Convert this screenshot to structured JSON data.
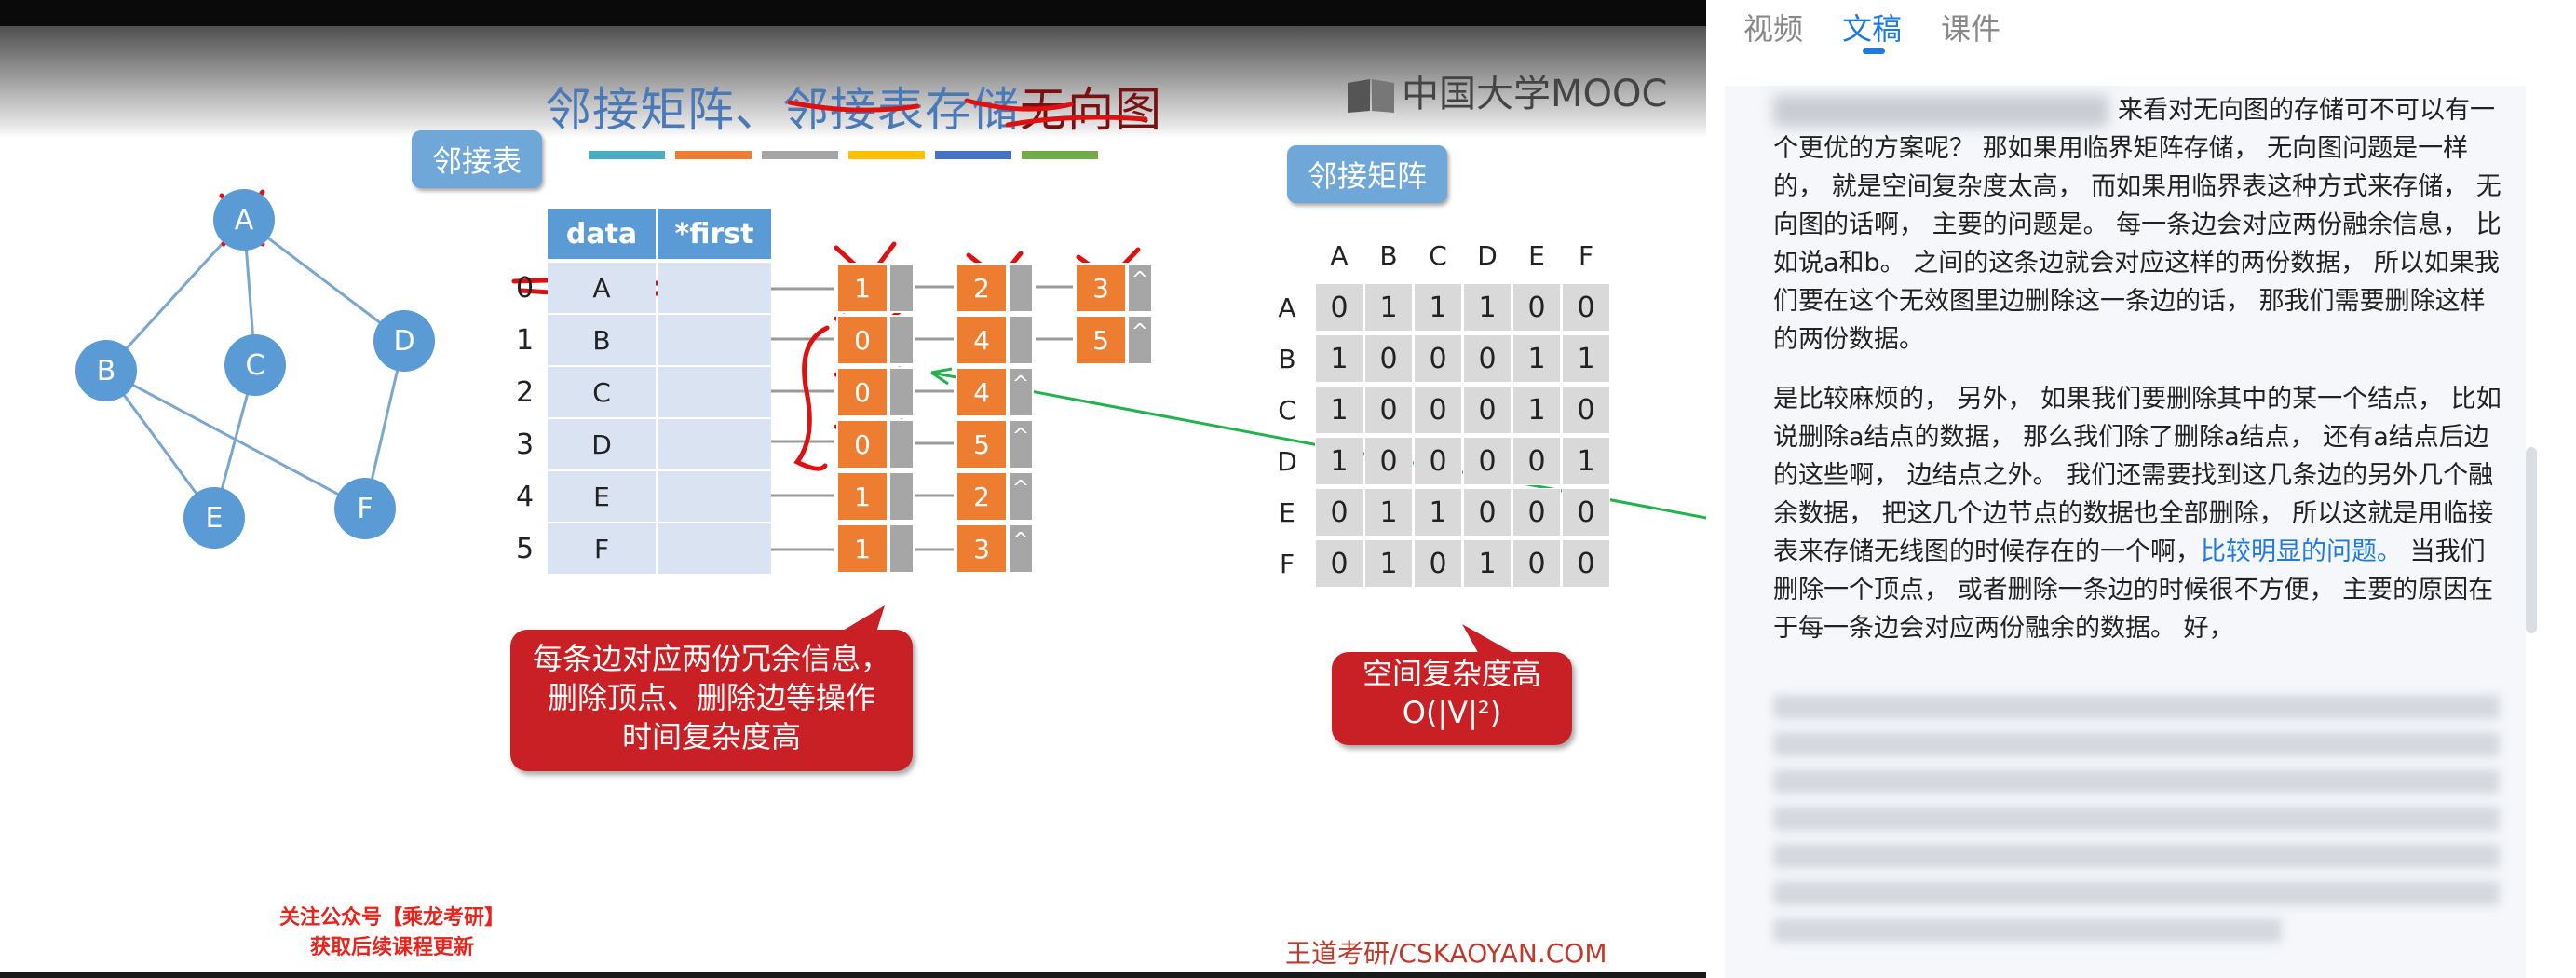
{
  "slide": {
    "title_part1": "邻接矩阵、",
    "title_part2": "邻接表存储",
    "title_part3": "无向图",
    "mooc_logo": "中国大学MOOC",
    "callout_adj_list": "邻接表",
    "callout_adj_matrix": "邻接矩阵",
    "graph_nodes": [
      "A",
      "B",
      "C",
      "D",
      "E",
      "F"
    ],
    "table_headers": [
      "data",
      "*first"
    ],
    "table_rows": [
      {
        "index": "0",
        "data": "A"
      },
      {
        "index": "1",
        "data": "B"
      },
      {
        "index": "2",
        "data": "C"
      },
      {
        "index": "3",
        "data": "D"
      },
      {
        "index": "4",
        "data": "E"
      },
      {
        "index": "5",
        "data": "F"
      }
    ],
    "edge_nodes": [
      [
        {
          "v": "1",
          "p": ""
        },
        {
          "v": "2",
          "p": ""
        },
        {
          "v": "3",
          "p": "^"
        }
      ],
      [
        {
          "v": "0",
          "p": ""
        },
        {
          "v": "4",
          "p": ""
        },
        {
          "v": "5",
          "p": "^"
        }
      ],
      [
        {
          "v": "0",
          "p": ""
        },
        {
          "v": "4",
          "p": "^"
        }
      ],
      [
        {
          "v": "0",
          "p": ""
        },
        {
          "v": "5",
          "p": "^"
        }
      ],
      [
        {
          "v": "1",
          "p": ""
        },
        {
          "v": "2",
          "p": "^"
        }
      ],
      [
        {
          "v": "1",
          "p": ""
        },
        {
          "v": "3",
          "p": "^"
        }
      ]
    ],
    "matrix_labels": [
      "A",
      "B",
      "C",
      "D",
      "E",
      "F"
    ],
    "matrix": [
      [
        "0",
        "1",
        "1",
        "1",
        "0",
        "0"
      ],
      [
        "1",
        "0",
        "0",
        "0",
        "1",
        "1"
      ],
      [
        "1",
        "0",
        "0",
        "0",
        "1",
        "0"
      ],
      [
        "1",
        "0",
        "0",
        "0",
        "0",
        "1"
      ],
      [
        "0",
        "1",
        "1",
        "0",
        "0",
        "0"
      ],
      [
        "0",
        "1",
        "0",
        "1",
        "0",
        "0"
      ]
    ],
    "red_box_left_line1": "每条边对应两份冗余信息，",
    "red_box_left_line2": "删除顶点、删除边等操作",
    "red_box_left_line3": "时间复杂度高",
    "red_box_right_line1": "空间复杂度高",
    "red_box_right_line2": "O(|V|²)",
    "footer_left_line1": "关注公众号【乘龙考研】",
    "footer_left_line2": "获取后续课程更新",
    "footer_right": "王道考研/CSKAOYAN.COM",
    "colorbar_colors": [
      "#4bacc6",
      "#ed7d31",
      "#a5a5a5",
      "#ffc000",
      "#4472c4",
      "#70ad47"
    ]
  },
  "panel": {
    "tabs": [
      "视频",
      "文稿",
      "课件"
    ],
    "active_tab": "文稿",
    "para1_visible": "来看对无向图的存储可不可以有一个更优的方案呢？ 那如果用临界矩阵存储， 无向图问题是一样的， 就是空间复杂度太高， 而如果用临界表这种方式来存储， 无向图的话啊， 主要的问题是。 每一条边会对应两份融余信息， 比如说a和b。 之间的这条边就会对应这样的两份数据， 所以如果我们要在这个无效图里边删除这一条边的话， 那我们需要删除这样的两份数据。",
    "para2_text": "是比较麻烦的， 另外， 如果我们要删除其中的某一个结点， 比如说删除a结点的数据， 那么我们除了删除a结点， 还有a结点后边的这些啊， 边结点之外。 我们还需要找到这几条边的另外几个融余数据， 把这几个边节点的数据也全部删除， 所以这就是用临接表来存储无线图的时候存在的一个啊，",
    "para2_link": "比较明显的问题。",
    "para2_tail": " 当我们删除一个顶点， 或者删除一条边的时候很不方便， 主要的原因在于每一条边会对应两份融余的数据。 好，"
  }
}
